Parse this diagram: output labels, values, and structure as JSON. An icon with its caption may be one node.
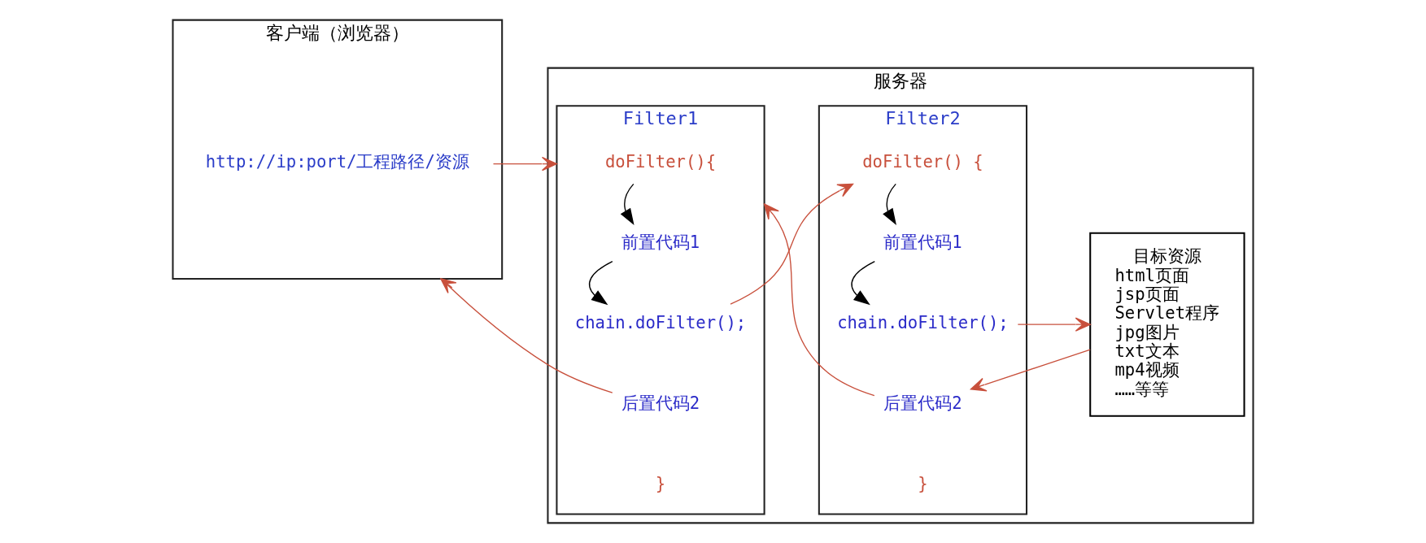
{
  "diagram": {
    "nodes": [
      {
        "text": [
          "客户端（浏览器）"
        ]
      },
      {
        "text": [
          "http://ip:port/工程路径/资源"
        ],
        "in": 0
      },
      {
        "text": [
          "服务器"
        ]
      },
      {
        "text": [
          "Filter1"
        ],
        "in": 2
      },
      {
        "text": [
          "doFilter(){"
        ],
        "in": 3
      },
      {
        "text": [
          "前置代码1"
        ],
        "in": 3
      },
      {
        "text": [
          "chain.doFilter();"
        ],
        "in": 3
      },
      {
        "text": [
          "后置代码2"
        ],
        "in": 3
      },
      {
        "text": [
          "}"
        ],
        "in": 3
      },
      {
        "text": [
          "Filter2"
        ],
        "in": 2
      },
      {
        "text": [
          "doFilter() {"
        ],
        "in": 9
      },
      {
        "text": [
          "前置代码1"
        ],
        "in": 9
      },
      {
        "text": [
          "chain.doFilter();"
        ],
        "in": 9
      },
      {
        "text": [
          "后置代码2"
        ],
        "in": 9
      },
      {
        "text": [
          "}"
        ],
        "in": 9
      },
      {
        "text": [
          "目标资源",
          "html页面",
          "jsp页面",
          "Servlet程序",
          "jpg图片",
          "txt文本",
          "mp4视频",
          "……等等"
        ],
        "in": 2
      }
    ],
    "edges": [
      {
        "from": 1,
        "to": 3,
        "arrow": "to"
      },
      {
        "from": 4,
        "to": 5,
        "arrow": "to",
        "color": "#000000"
      },
      {
        "from": 5,
        "to": 6,
        "arrow": "to",
        "color": "#000000"
      },
      {
        "from": 6,
        "to": 10,
        "arrow": "to"
      },
      {
        "from": 10,
        "to": 11,
        "arrow": "to",
        "color": "#000000"
      },
      {
        "from": 11,
        "to": 12,
        "arrow": "to",
        "color": "#000000"
      },
      {
        "from": 12,
        "to": 15,
        "arrow": "to"
      },
      {
        "from": 15,
        "to": 13,
        "arrow": "to"
      },
      {
        "from": 13,
        "to": 3,
        "arrow": "to"
      },
      {
        "from": 7,
        "to": 0,
        "arrow": "to"
      }
    ]
  }
}
